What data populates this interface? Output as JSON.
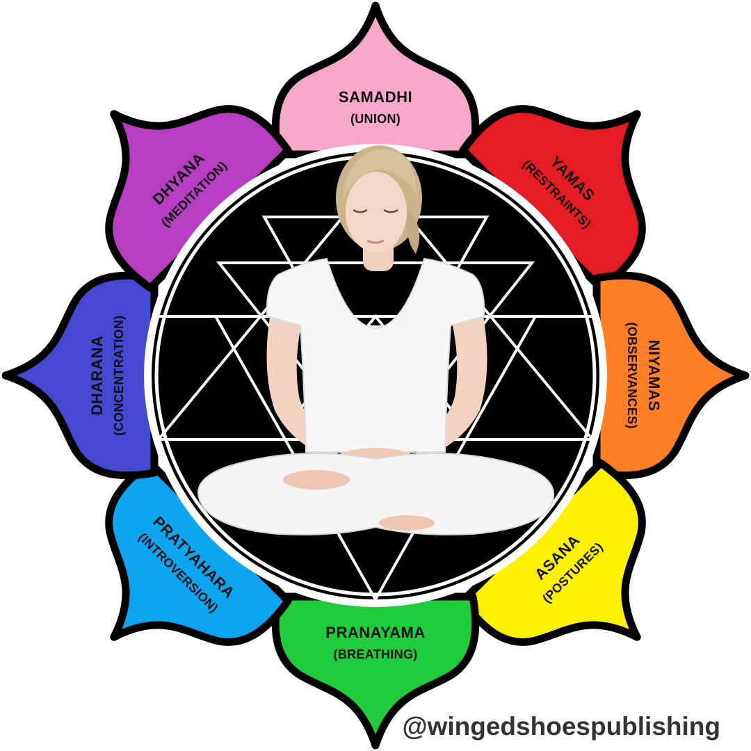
{
  "petals": [
    {
      "id": "samadhi",
      "title": "SAMADHI",
      "subtitle": "(UNION)",
      "color": "#f7a8c9"
    },
    {
      "id": "yamas",
      "title": "YAMAS",
      "subtitle": "(RESTRAINTS)",
      "color": "#e51c23"
    },
    {
      "id": "niyamas",
      "title": "NIYAMAS",
      "subtitle": "(OBSERVANCES)",
      "color": "#ff7f27"
    },
    {
      "id": "asana",
      "title": "ASANA",
      "subtitle": "(POSTURES)",
      "color": "#fff200"
    },
    {
      "id": "pranayama",
      "title": "PRANAYAMA",
      "subtitle": "(BREATHING)",
      "color": "#1fcc3c"
    },
    {
      "id": "pratyahara",
      "title": "PRATYAHARA",
      "subtitle": "(INTROVERSION)",
      "color": "#0ea5f0"
    },
    {
      "id": "dharana",
      "title": "DHARANA",
      "subtitle": "(CONCENTRATION)",
      "color": "#4549d2"
    },
    {
      "id": "dhyana",
      "title": "DHYANA",
      "subtitle": "(MEDITATION)",
      "color": "#b53fc0"
    }
  ],
  "center": {
    "yantra_color": "#000000",
    "line_color": "#ffffff",
    "figure": "meditating-woman-in-white"
  },
  "watermark": "@wingedshoespublishing"
}
